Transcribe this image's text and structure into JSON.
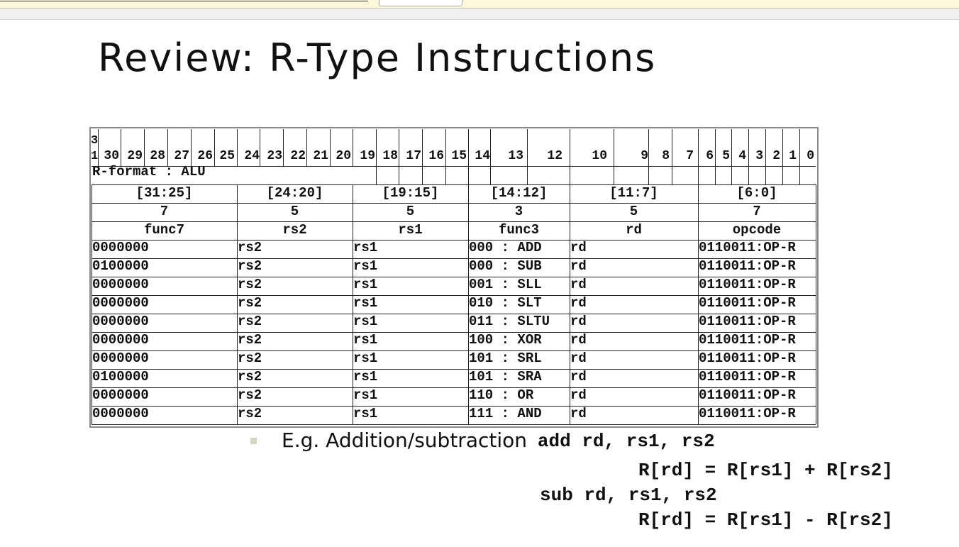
{
  "slide": {
    "title": "Review: R-Type Instructions"
  },
  "table": {
    "bit_numbers": [
      "3\n1",
      "30",
      "29",
      "28",
      "27",
      "26",
      "25",
      "24",
      "23",
      "22",
      "21",
      "20",
      "19",
      "18",
      "17",
      "16",
      "15",
      "14",
      "13",
      "12",
      "10",
      "9",
      "8",
      "7",
      "6",
      "5",
      "4",
      "3",
      "2",
      "1",
      "0"
    ],
    "format_label": "R-format : ALU",
    "ranges": [
      "[31:25]",
      "[24:20]",
      "[19:15]",
      "[14:12]",
      "[11:7]",
      "[6:0]"
    ],
    "widths": [
      "7",
      "5",
      "5",
      "3",
      "5",
      "7"
    ],
    "field_names": [
      "func7",
      "rs2",
      "rs1",
      "func3",
      "rd",
      "opcode"
    ],
    "rows": [
      [
        "0000000",
        "rs2",
        "rs1",
        "000 : ADD",
        "rd",
        "0110011:OP-R"
      ],
      [
        "0100000",
        "rs2",
        "rs1",
        "000 : SUB",
        "rd",
        "0110011:OP-R"
      ],
      [
        "0000000",
        "rs2",
        "rs1",
        "001 : SLL",
        "rd",
        "0110011:OP-R"
      ],
      [
        "0000000",
        "rs2",
        "rs1",
        "010 : SLT",
        "rd",
        "0110011:OP-R"
      ],
      [
        "0000000",
        "rs2",
        "rs1",
        "011 : SLTU",
        "rd",
        "0110011:OP-R"
      ],
      [
        "0000000",
        "rs2",
        "rs1",
        "100 : XOR",
        "rd",
        "0110011:OP-R"
      ],
      [
        "0000000",
        "rs2",
        "rs1",
        "101 : SRL",
        "rd",
        "0110011:OP-R"
      ],
      [
        "0100000",
        "rs2",
        "rs1",
        "101 : SRA",
        "rd",
        "0110011:OP-R"
      ],
      [
        "0000000",
        "rs2",
        "rs1",
        "110 : OR",
        "rd",
        "0110011:OP-R"
      ],
      [
        "0000000",
        "rs2",
        "rs1",
        "111 : AND",
        "rd",
        "0110011:OP-R"
      ]
    ]
  },
  "example": {
    "bullet_text": "E.g. Addition/subtraction",
    "add_instr": "add rd, rs1, rs2",
    "add_semantics": "R[rd] = R[rs1] + R[rs2]",
    "sub_instr": "sub rd, rs1, rs2",
    "sub_semantics": "R[rd] = R[rs1] - R[rs2]"
  }
}
